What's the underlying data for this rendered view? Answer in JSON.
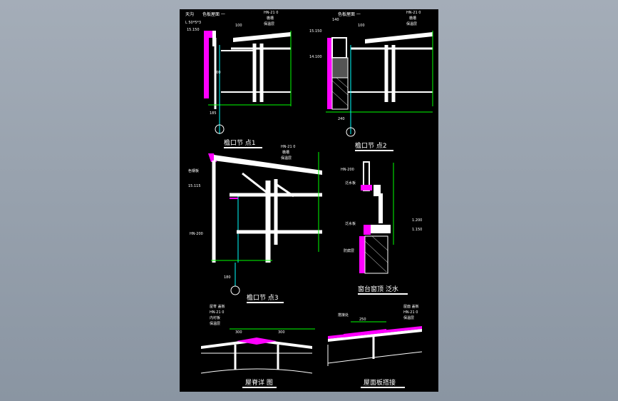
{
  "detail1": {
    "title": "檐口节 点1",
    "labels": [
      "天沟",
      "色板屋面 一",
      "HN-21 0",
      "檐槽",
      "保温层",
      "L 50*5*3",
      "15.150"
    ],
    "dims": [
      "100",
      "100",
      "185"
    ]
  },
  "detail2": {
    "title": "檐口节 点2",
    "labels": [
      "色板屋面 一",
      "HN-21 0",
      "檐槽",
      "保温层",
      "15.150",
      "14.100"
    ],
    "dims": [
      "140",
      "100",
      "240"
    ]
  },
  "detail3": {
    "title": "檐口节 点3",
    "labels": [
      "HN-21 0",
      "檐槽",
      "保温层",
      "色钢板",
      "15.115",
      "HN-200"
    ],
    "dims": [
      "180"
    ]
  },
  "window": {
    "title": "窗台窗顶 泛水",
    "labels": [
      "HN-200",
      "泛水板",
      "泛水板",
      "防腐层",
      "1.200",
      "1.150"
    ]
  },
  "ridge": {
    "title": "屋脊详 图",
    "labels": [
      "屋脊 盖板",
      "HN-21 0",
      "内衬板",
      "保温层"
    ],
    "dims": [
      "300",
      "300"
    ]
  },
  "panel": {
    "title": "屋面板搭接",
    "labels": [
      "搭接处",
      "250",
      "屋面 盖板",
      "HN-21 0",
      "保温层"
    ]
  },
  "colors": {
    "background": "#000000",
    "line": "#ffffff",
    "magenta": "#ff00ff",
    "dimension": "#00ff00",
    "axis": "#00ffff"
  }
}
